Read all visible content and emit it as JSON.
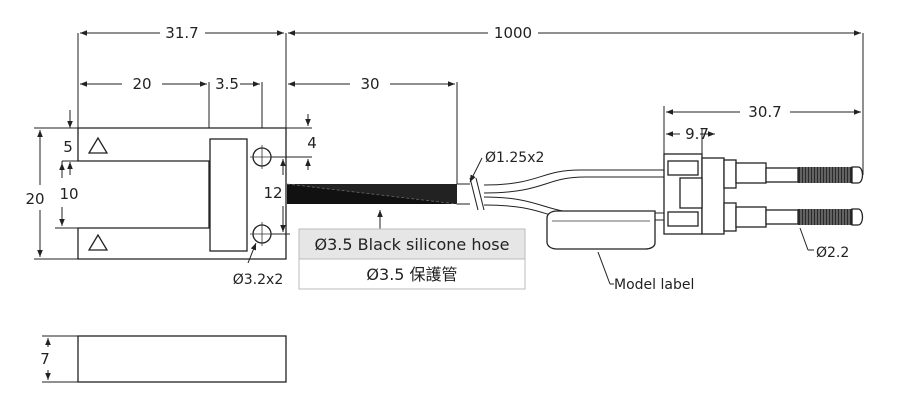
{
  "dimensions": {
    "overall_width": "31.7",
    "cable_length": "1000",
    "slot_depth": "20",
    "hole_offset": "3.5",
    "hose_length": "30",
    "top_arm": "5",
    "hole_edge": "4",
    "height": "20",
    "gap": "10",
    "hole_spacing": "12",
    "connector_length": "30.7",
    "connector_body": "9.7",
    "thickness": "7"
  },
  "labels": {
    "hole_dia": "Ø3.2x2",
    "wire_dia": "Ø1.25x2",
    "hose_en": "Ø3.5 Black silicone hose",
    "hose_zh": "Ø3.5 保護管",
    "model_label": "Model label",
    "pin_dia": "Ø2.2"
  },
  "colors": {
    "line": "#222222",
    "hose": "#111111",
    "hose_label_bg": "#e6e6e6"
  },
  "icons": {
    "arm_mark": "triangle-icon"
  }
}
